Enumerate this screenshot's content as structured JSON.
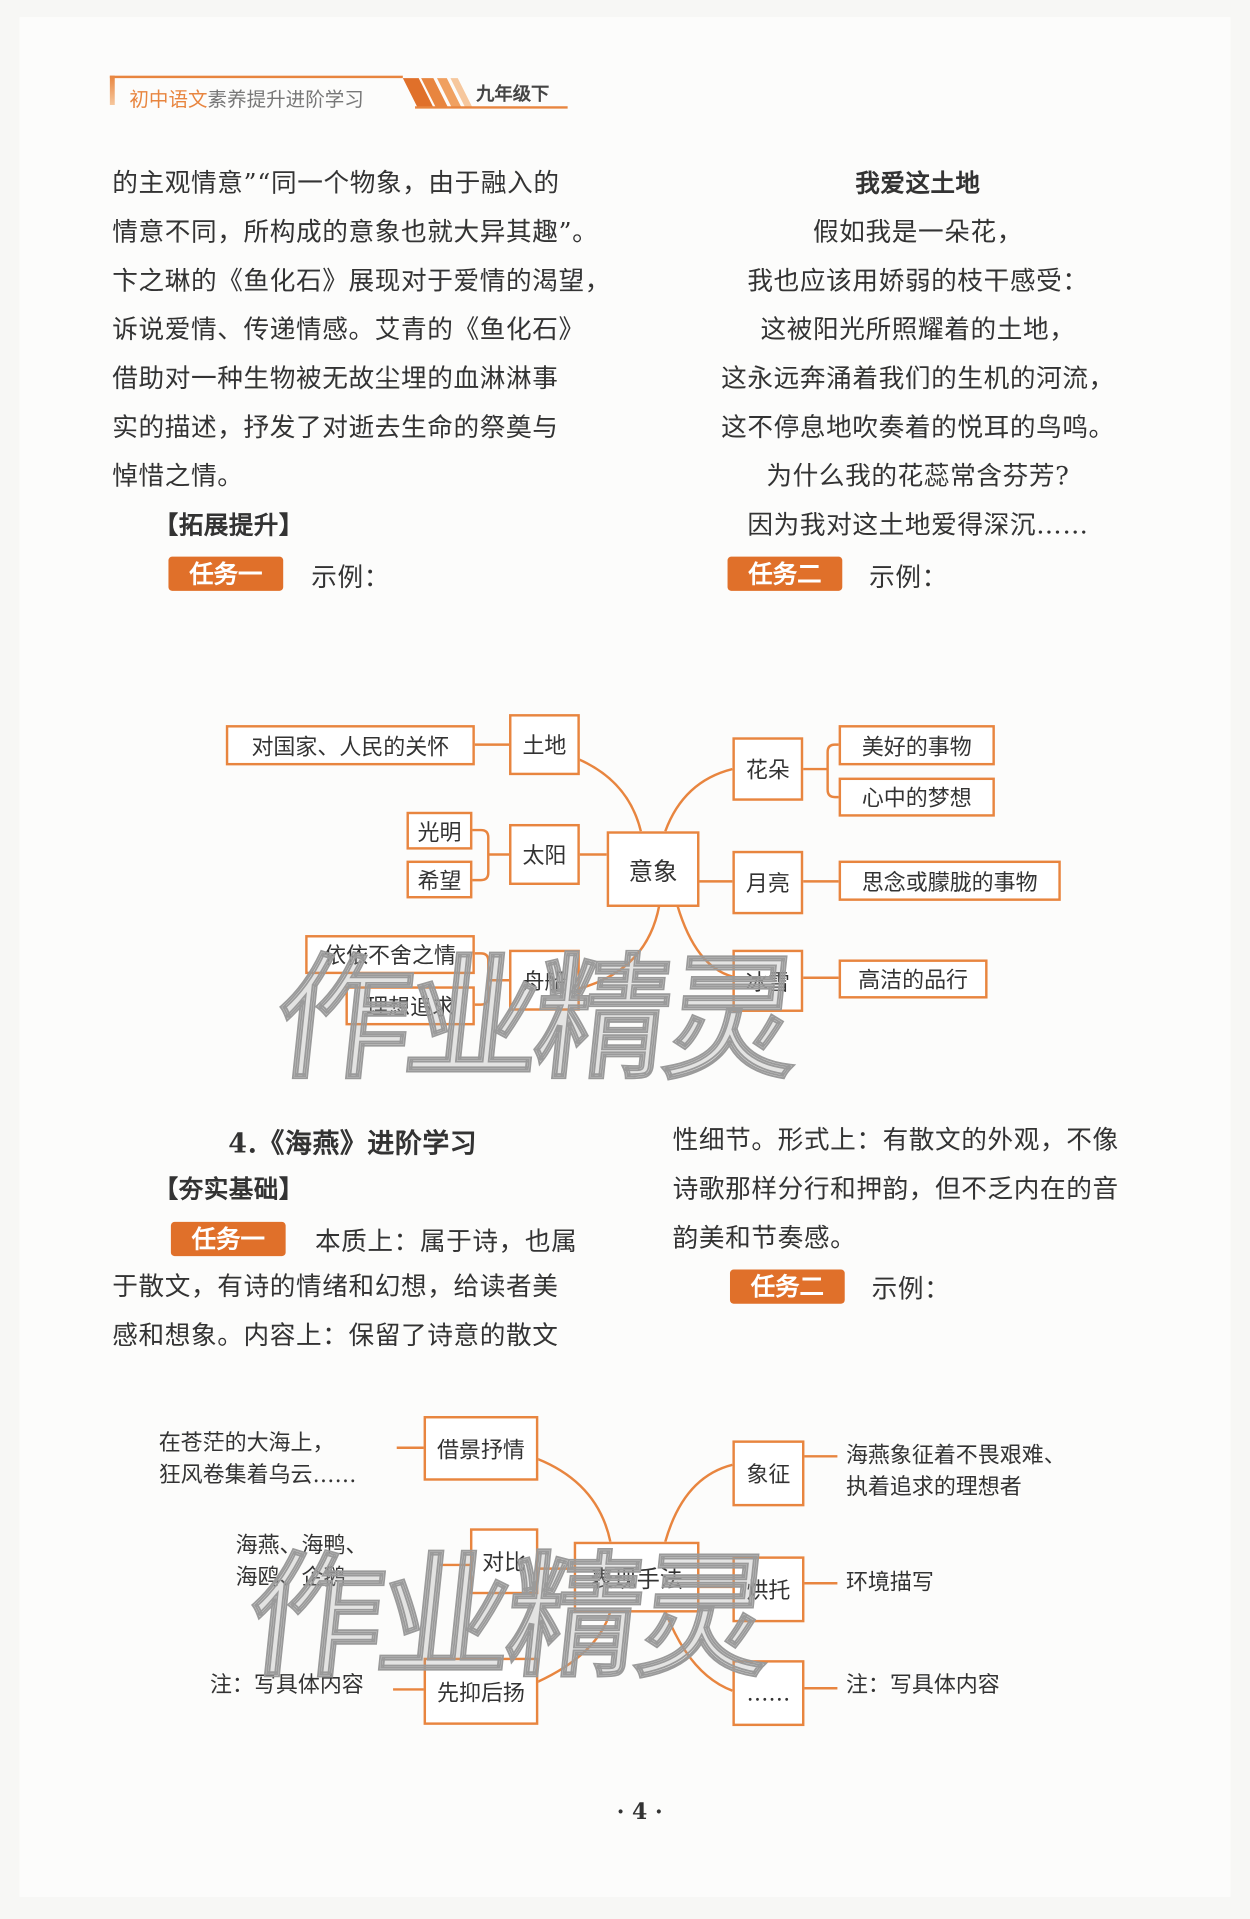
{
  "header": {
    "series_orange": "初中语文",
    "series_gray": "素养提升进阶学习",
    "grade": "九年级下"
  },
  "left_top": {
    "lines": [
      "的主观情意”“同一个物象，由于融入的",
      "情意不同，所构成的意象也就大异其趣”。",
      "卞之琳的《鱼化石》展现对于爱情的渴望，",
      "诉说爱情、传递情感。艾青的《鱼化石》",
      "借助对一种生物被无故尘埋的血淋淋事",
      "实的描述，抒发了对逝去生命的祭奠与",
      "悼惜之情。"
    ],
    "section": "【拓展提升】",
    "task_label": "任务一",
    "task_text": "示例："
  },
  "poem": {
    "title": "我爱这土地",
    "lines": [
      "假如我是一朵花，",
      "我也应该用娇弱的枝干感受：",
      "这被阳光所照耀着的土地，",
      "这永远奔涌着我们的生机的河流，",
      "这不停息地吹奏着的悦耳的鸟鸣。",
      "为什么我的花蕊常含芬芳?",
      "因为我对这土地爱得深沉……"
    ],
    "task_label": "任务二",
    "task_text": "示例："
  },
  "diagram1": {
    "center": "意象",
    "land": "土地",
    "land_meaning": "对国家、人民的关怀",
    "sun": "太阳",
    "sun_meanings": [
      "光明",
      "希望"
    ],
    "boat": "舟船",
    "boat_meanings": [
      "依依不舍之情",
      "理想追求"
    ],
    "flower": "花朵",
    "flower_meanings": [
      "美好的事物",
      "心中的梦想"
    ],
    "moon": "月亮",
    "moon_meaning": "思念或朦胧的事物",
    "snow": "冰雪",
    "snow_meaning": "高洁的品行"
  },
  "section2": {
    "title": "4.《海燕》进阶学习",
    "section": "【夯实基础】",
    "task1_label": "任务一",
    "left_lines": [
      "本质上：属于诗，也属",
      "于散文，有诗的情绪和幻想，给读者美",
      "感和想象。内容上：保留了诗意的散文"
    ],
    "right_lines": [
      "性细节。形式上：有散文的外观，不像",
      "诗歌那样分行和押韵，但不乏内在的音",
      "韵美和节奏感。"
    ],
    "task2_label": "任务二",
    "task2_text": "示例："
  },
  "diagram2": {
    "center": "表现手法",
    "scene": "借景抒情",
    "scene_text": [
      "在苍茫的大海上，",
      "狂风卷集着乌云……"
    ],
    "contrast": "对比",
    "contrast_text": [
      "海燕、海鸭、",
      "海鸥、企鹅"
    ],
    "suppress": "先抑后扬",
    "suppress_text": "注：写具体内容",
    "symbol": "象征",
    "symbol_text": [
      "海燕象征着不畏艰难、",
      "执着追求的理想者"
    ],
    "foil": "烘托",
    "foil_text": "环境描写",
    "more": "……",
    "more_text": "注：写具体内容"
  },
  "watermark": "作业精灵",
  "page_number": "· 4 ·",
  "colors": {
    "accent": "#e0702a",
    "line": "#e8853f"
  }
}
